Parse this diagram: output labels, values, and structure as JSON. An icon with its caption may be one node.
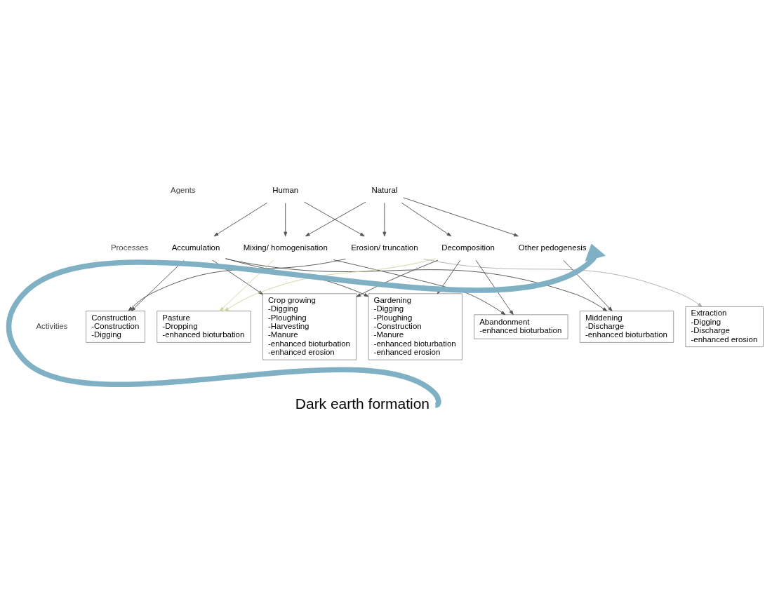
{
  "diagram": {
    "nodes": [
      {
        "text": [
          "Human"
        ]
      },
      {
        "text": [
          "Natural"
        ]
      },
      {
        "text": [
          "Accumulation"
        ]
      },
      {
        "text": [
          "Mixing/ homogenisation"
        ]
      },
      {
        "text": [
          "Erosion/ truncation"
        ]
      },
      {
        "text": [
          "Decomposition"
        ]
      },
      {
        "text": [
          "Other pedogenesis"
        ]
      },
      {
        "text": [
          "Construction",
          "-Construction",
          "-Digging"
        ]
      },
      {
        "text": [
          "Pasture",
          "-Dropping",
          "-enhanced bioturbation"
        ]
      },
      {
        "text": [
          "Crop growing",
          "-Digging",
          "-Ploughing",
          "-Harvesting",
          "-Manure",
          "-enhanced bioturbation",
          "-enhanced erosion"
        ]
      },
      {
        "text": [
          "Gardening",
          "-Digging",
          "-Ploughing",
          "-Construction",
          "-Manure",
          "-enhanced bioturbation",
          "-enhanced erosion"
        ]
      },
      {
        "text": [
          "Abandonment",
          "-enhanced bioturbation"
        ]
      },
      {
        "text": [
          "Middening",
          "-Discharge",
          "-enhanced bioturbation"
        ]
      },
      {
        "text": [
          "Extraction",
          "-Digging",
          "-Discharge",
          "-enhanced erosion"
        ]
      },
      {
        "text": [
          "Dark earth formation"
        ]
      }
    ],
    "edges": [
      {
        "from": 0,
        "to": 2,
        "arrow": "to"
      },
      {
        "from": 0,
        "to": 3,
        "arrow": "to"
      },
      {
        "from": 0,
        "to": 4,
        "arrow": "to"
      },
      {
        "from": 1,
        "to": 3,
        "arrow": "to"
      },
      {
        "from": 1,
        "to": 4,
        "arrow": "to"
      },
      {
        "from": 1,
        "to": 5,
        "arrow": "to"
      },
      {
        "from": 1,
        "to": 6,
        "arrow": "to"
      },
      {
        "from": 2,
        "to": 7,
        "arrow": "to"
      },
      {
        "from": 4,
        "to": 7,
        "arrow": "to"
      },
      {
        "from": 3,
        "to": 8,
        "arrow": "to",
        "color": "#c8d8a0"
      },
      {
        "from": 5,
        "to": 8,
        "arrow": "to",
        "color": "#c8d8a0"
      },
      {
        "from": 2,
        "to": 9,
        "arrow": "to"
      },
      {
        "from": 5,
        "to": 9,
        "arrow": "to"
      },
      {
        "from": 2,
        "to": 10,
        "arrow": "to"
      },
      {
        "from": 5,
        "to": 10,
        "arrow": "to"
      },
      {
        "from": 3,
        "to": 11,
        "arrow": "to"
      },
      {
        "from": 5,
        "to": 11,
        "arrow": "to"
      },
      {
        "from": 2,
        "to": 12,
        "arrow": "to"
      },
      {
        "from": 6,
        "to": 12,
        "arrow": "to"
      },
      {
        "from": 4,
        "to": 13,
        "arrow": "to",
        "color": "#b0b0b0"
      },
      {
        "from": 14,
        "to": 6,
        "arrow": "to",
        "style": "thick",
        "color": "#7fb0c4"
      }
    ],
    "labels": [
      "Agents",
      "Processes",
      "Activities"
    ]
  }
}
